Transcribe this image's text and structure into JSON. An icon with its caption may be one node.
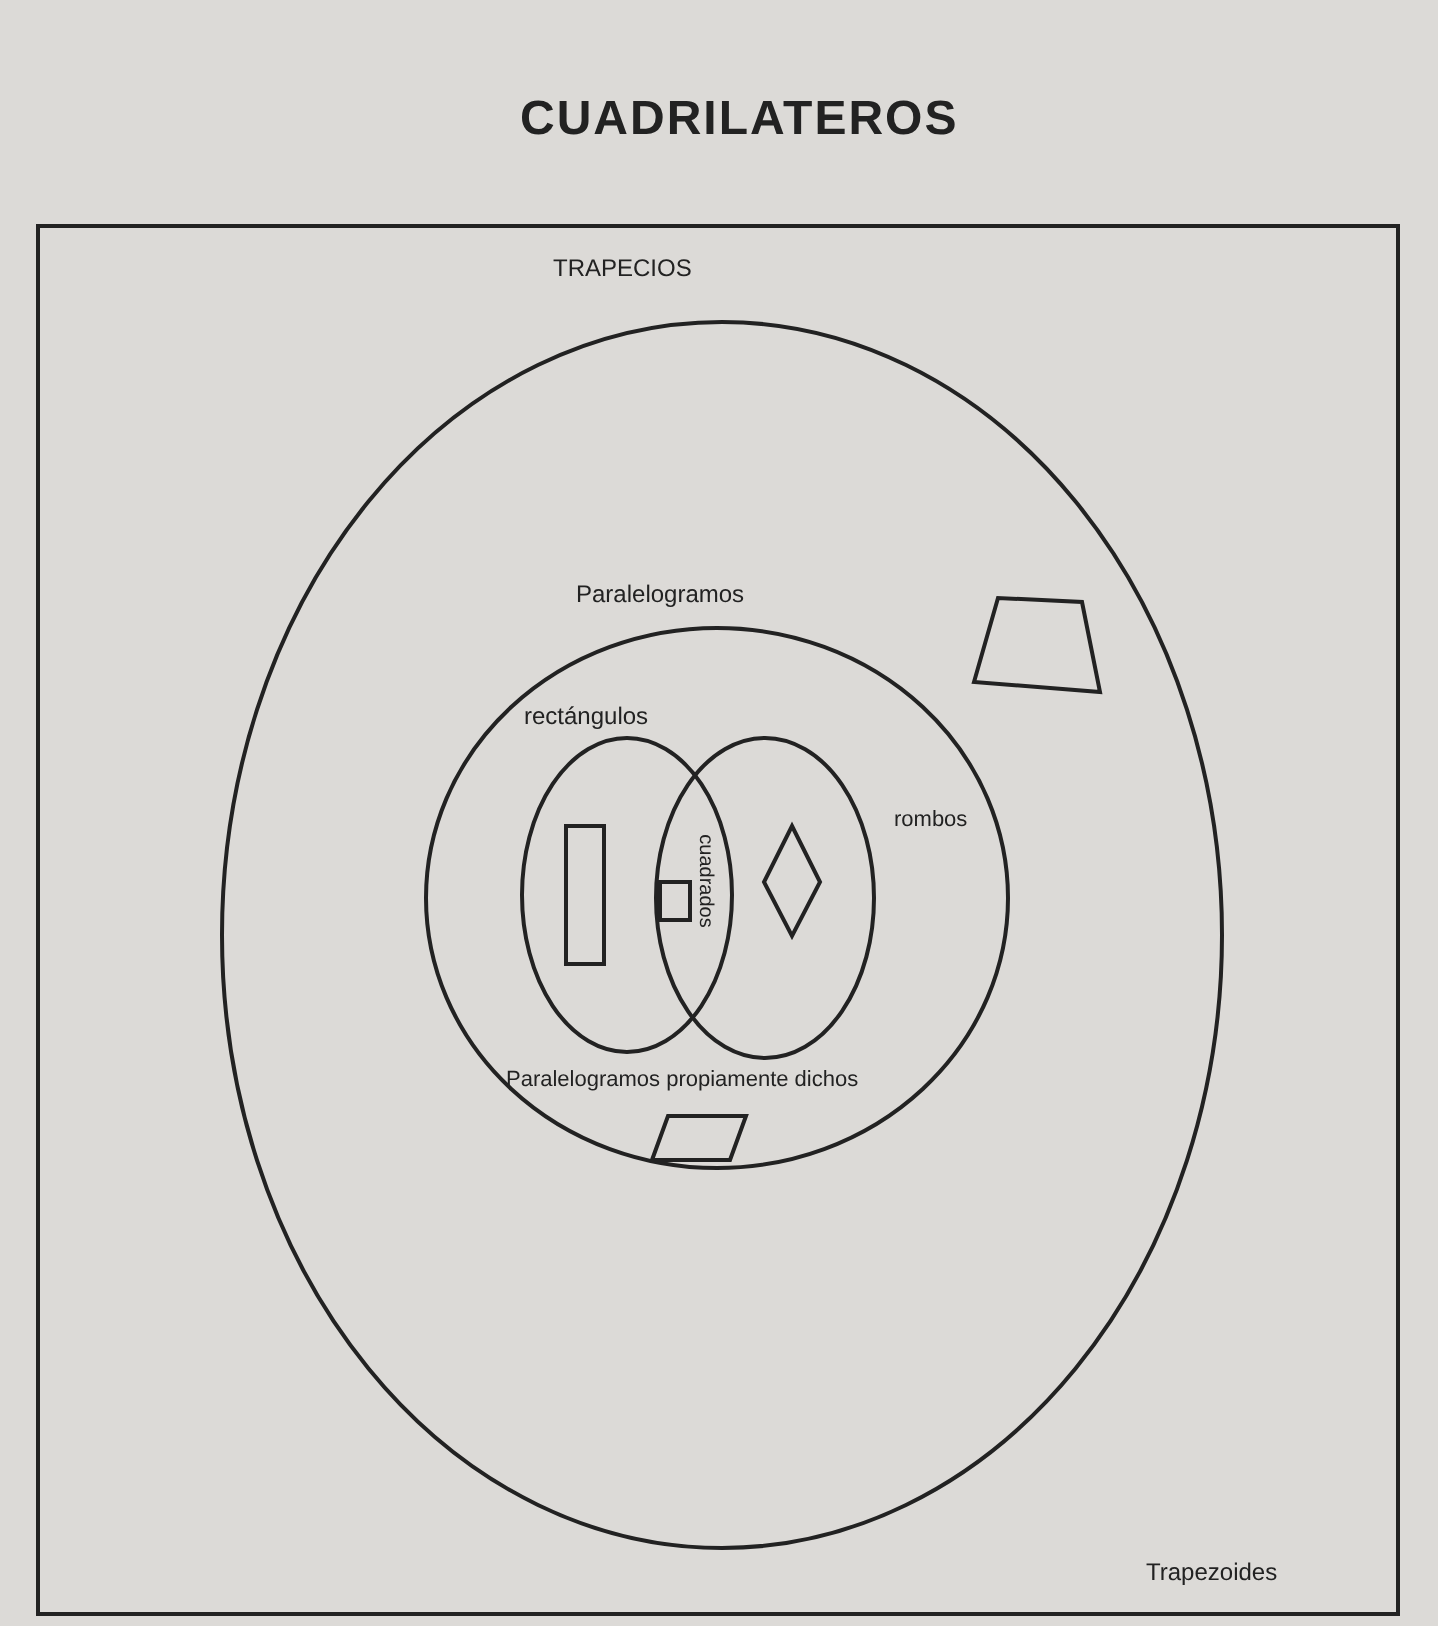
{
  "diagram": {
    "title": "CUADRILATEROS",
    "nodes": [
      {
        "text": [
          "Trapezoides"
        ]
      },
      {
        "text": [
          "TRAPECIOS"
        ],
        "in": 0
      },
      {
        "text": [
          "Paralelogramos",
          "Paralelogramos propiamente dichos"
        ],
        "in": 1
      },
      {
        "text": [
          "rectángulos"
        ],
        "in": 2
      },
      {
        "text": [
          "rombos"
        ],
        "in": 2
      }
    ],
    "labels": [
      "cuadrados"
    ]
  }
}
